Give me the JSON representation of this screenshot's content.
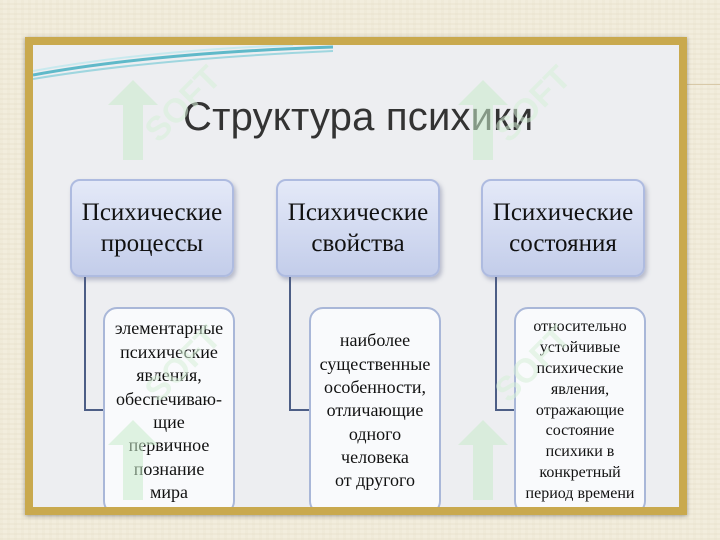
{
  "slide": {
    "title": "Структура психики",
    "watermark_text": "SOFT",
    "categories": [
      {
        "heading": "Психические процессы",
        "description": "элементарные\nпсихические\nявления,\nобеспечиваю-\nщие\nпервичное\nпознание\nмира"
      },
      {
        "heading": "Психические свойства",
        "description": "наиболее\nсущественные\nособенности,\nотличающие\nодного\nчеловека\nот другого"
      },
      {
        "heading": "Психические состояния",
        "description": "относительно\nустойчивые\nпсихические\nявления,\nотражающие\nсостояние\nпсихики в\nконкретный\nпериод времени"
      }
    ]
  },
  "colors": {
    "frame": "#c9a94e",
    "slide_background": "#edeef1",
    "heading_fill": "#c3cdea",
    "connector": "#4d5e86",
    "watermark": "#b9e7bd"
  }
}
